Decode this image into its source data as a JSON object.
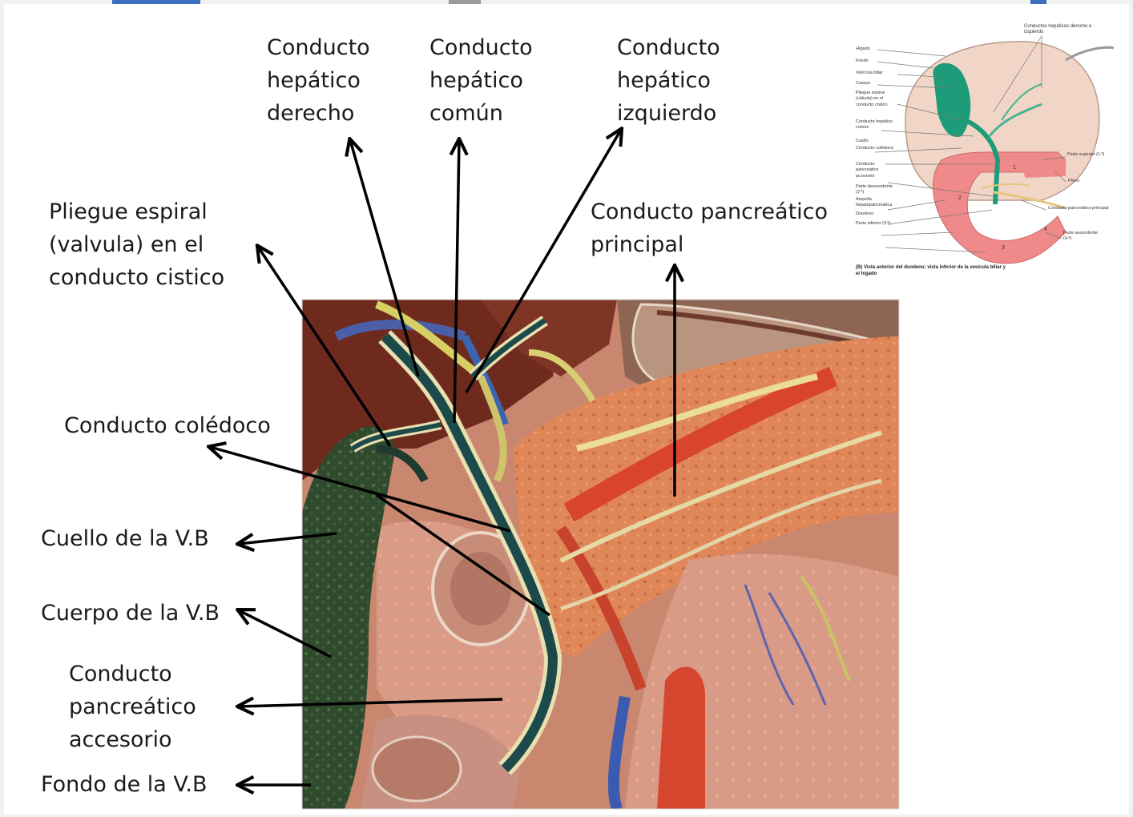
{
  "labels": {
    "right_hepatic": "Conducto\nhepático\nderecho",
    "common_hepatic": "Conducto\nhepático\ncomún",
    "left_hepatic": "Conducto\nhepático\nizquierdo",
    "spiral_fold": "Pliegue espiral\n(valvula) en el\nconducto cistico",
    "main_pancreatic": "Conducto pancreático\nprincipal",
    "common_bile": "Conducto colédoco",
    "gb_neck": "Cuello de la V.B",
    "gb_body": "Cuerpo de la V.B",
    "accessory_pancreatic": "Conducto\npancreático\naccesorio",
    "gb_fundus": "Fondo de la V.B"
  },
  "reference_figure": {
    "top_label": "Conductos hepáticos derecho e izquierdo",
    "left_labels": [
      "Hígado",
      "Fondo",
      "Vesícula biliar",
      "Cuerpo",
      "Pliegue espiral (válvula) en el conducto cístico",
      "Conducto hepático común",
      "Cuello",
      "Conducto colédoco",
      "Conducto pancreático accesorio",
      "Parte descendente (2.ª)",
      "Ampolla hepatopancreática",
      "Duodeno",
      "Parte inferior (3.ª)"
    ],
    "right_labels": [
      "Parte superior (1.ª)",
      "Píloro",
      "Conducto pancreático principal",
      "Parte ascendente (4.ª)"
    ],
    "numbers": [
      "1",
      "2",
      "3",
      "4"
    ],
    "caption": "(B) Vista anterior del duodeno; vista inferior de la vesícula biliar y el hígado"
  },
  "colors": {
    "gallbladder": "#2f4a2c",
    "bile_duct": "#1c4a4a",
    "pancreas": "#e08a5e",
    "duodenum": "#d9967a",
    "liver": "#6e2a1c",
    "ref_duct": "#1e9c7a",
    "ref_duodenum": "#f08a8a",
    "ref_liver": "#f1d5c6"
  }
}
